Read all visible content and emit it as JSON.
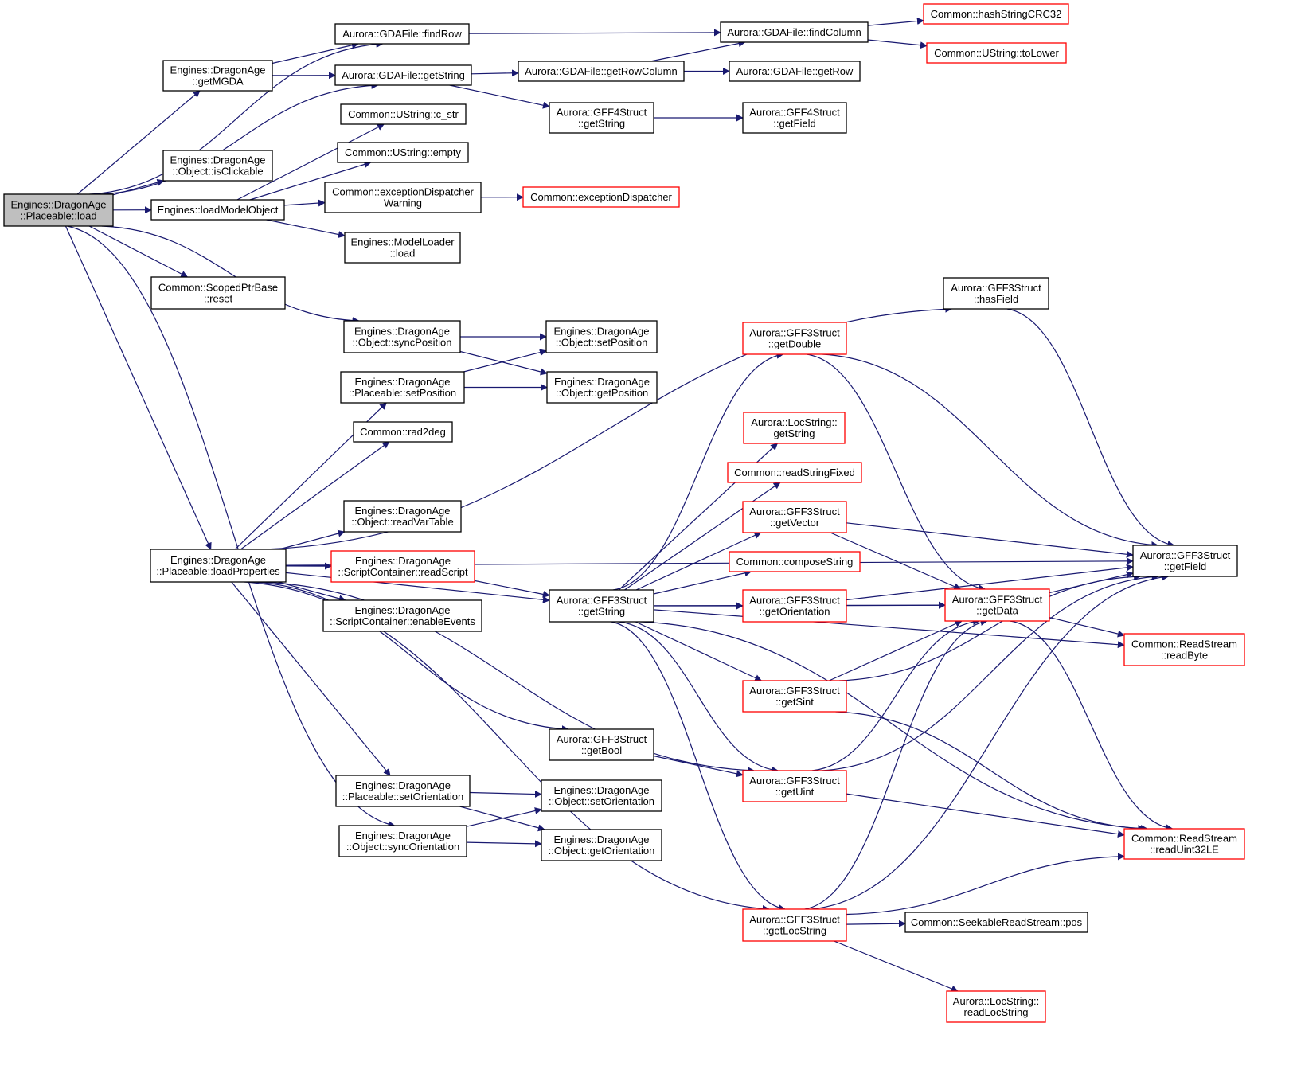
{
  "colors": {
    "edge": "#191970",
    "node_border": "#000000",
    "incomplete_border": "#ff0000",
    "root_fill": "#bfbfbf",
    "background": "#ffffff"
  },
  "nodes": [
    {
      "id": "placeable_load",
      "lines": [
        "Engines::DragonAge",
        "::Placeable::load"
      ],
      "style": "root"
    },
    {
      "id": "findrow",
      "lines": [
        "Aurora::GDAFile::findRow"
      ],
      "style": "normal"
    },
    {
      "id": "getmgda",
      "lines": [
        "Engines::DragonAge",
        "::getMGDA"
      ],
      "style": "normal"
    },
    {
      "id": "gda_getstring",
      "lines": [
        "Aurora::GDAFile::getString"
      ],
      "style": "normal"
    },
    {
      "id": "findcolumn",
      "lines": [
        "Aurora::GDAFile::findColumn"
      ],
      "style": "normal"
    },
    {
      "id": "hashstringcrc32",
      "lines": [
        "Common::hashStringCRC32"
      ],
      "style": "red"
    },
    {
      "id": "tolower",
      "lines": [
        "Common::UString::toLower"
      ],
      "style": "red"
    },
    {
      "id": "getrowcolumn",
      "lines": [
        "Aurora::GDAFile::getRowColumn"
      ],
      "style": "normal"
    },
    {
      "id": "getrow",
      "lines": [
        "Aurora::GDAFile::getRow"
      ],
      "style": "normal"
    },
    {
      "id": "gff4_getstring",
      "lines": [
        "Aurora::GFF4Struct",
        "::getString"
      ],
      "style": "normal"
    },
    {
      "id": "gff4_getfield",
      "lines": [
        "Aurora::GFF4Struct",
        "::getField"
      ],
      "style": "normal"
    },
    {
      "id": "c_str",
      "lines": [
        "Common::UString::c_str"
      ],
      "style": "normal"
    },
    {
      "id": "ustring_empty",
      "lines": [
        "Common::UString::empty"
      ],
      "style": "normal"
    },
    {
      "id": "isclickable",
      "lines": [
        "Engines::DragonAge",
        "::Object::isClickable"
      ],
      "style": "normal"
    },
    {
      "id": "loadmodelobject",
      "lines": [
        "Engines::loadModelObject"
      ],
      "style": "normal"
    },
    {
      "id": "exdispwarning",
      "lines": [
        "Common::exceptionDispatcher",
        "Warning"
      ],
      "style": "normal"
    },
    {
      "id": "exdisp",
      "lines": [
        "Common::exceptionDispatcher"
      ],
      "style": "red"
    },
    {
      "id": "modelloader_load",
      "lines": [
        "Engines::ModelLoader",
        "::load"
      ],
      "style": "normal"
    },
    {
      "id": "scopedptr_reset",
      "lines": [
        "Common::ScopedPtrBase",
        "::reset"
      ],
      "style": "normal"
    },
    {
      "id": "gff3_hasfield",
      "lines": [
        "Aurora::GFF3Struct",
        "::hasField"
      ],
      "style": "normal"
    },
    {
      "id": "syncposition",
      "lines": [
        "Engines::DragonAge",
        "::Object::syncPosition"
      ],
      "style": "normal"
    },
    {
      "id": "obj_setposition",
      "lines": [
        "Engines::DragonAge",
        "::Object::setPosition"
      ],
      "style": "normal"
    },
    {
      "id": "getdouble",
      "lines": [
        "Aurora::GFF3Struct",
        "::getDouble"
      ],
      "style": "red"
    },
    {
      "id": "plc_setposition",
      "lines": [
        "Engines::DragonAge",
        "::Placeable::setPosition"
      ],
      "style": "normal"
    },
    {
      "id": "obj_getposition",
      "lines": [
        "Engines::DragonAge",
        "::Object::getPosition"
      ],
      "style": "normal"
    },
    {
      "id": "locstring_getstring",
      "lines": [
        "Aurora::LocString::",
        "getString"
      ],
      "style": "red"
    },
    {
      "id": "rad2deg",
      "lines": [
        "Common::rad2deg"
      ],
      "style": "normal"
    },
    {
      "id": "readstringfixed",
      "lines": [
        "Common::readStringFixed"
      ],
      "style": "red"
    },
    {
      "id": "readvartable",
      "lines": [
        "Engines::DragonAge",
        "::Object::readVarTable"
      ],
      "style": "normal"
    },
    {
      "id": "getvector",
      "lines": [
        "Aurora::GFF3Struct",
        "::getVector"
      ],
      "style": "red"
    },
    {
      "id": "gff3_getfield",
      "lines": [
        "Aurora::GFF3Struct",
        "::getField"
      ],
      "style": "normal"
    },
    {
      "id": "loadproperties",
      "lines": [
        "Engines::DragonAge",
        "::Placeable::loadProperties"
      ],
      "style": "normal"
    },
    {
      "id": "readscript",
      "lines": [
        "Engines::DragonAge",
        "::ScriptContainer::readScript"
      ],
      "style": "red"
    },
    {
      "id": "composestring",
      "lines": [
        "Common::composeString"
      ],
      "style": "red"
    },
    {
      "id": "gff3_getstring",
      "lines": [
        "Aurora::GFF3Struct",
        "::getString"
      ],
      "style": "normal"
    },
    {
      "id": "getorientation_gff",
      "lines": [
        "Aurora::GFF3Struct",
        "::getOrientation"
      ],
      "style": "red"
    },
    {
      "id": "getdata",
      "lines": [
        "Aurora::GFF3Struct",
        "::getData"
      ],
      "style": "red"
    },
    {
      "id": "enableevents",
      "lines": [
        "Engines::DragonAge",
        "::ScriptContainer::enableEvents"
      ],
      "style": "normal"
    },
    {
      "id": "readbyte",
      "lines": [
        "Common::ReadStream",
        "::readByte"
      ],
      "style": "red"
    },
    {
      "id": "getsint",
      "lines": [
        "Aurora::GFF3Struct",
        "::getSint"
      ],
      "style": "red"
    },
    {
      "id": "getbool",
      "lines": [
        "Aurora::GFF3Struct",
        "::getBool"
      ],
      "style": "normal"
    },
    {
      "id": "getuint",
      "lines": [
        "Aurora::GFF3Struct",
        "::getUint"
      ],
      "style": "red"
    },
    {
      "id": "plc_setorientation",
      "lines": [
        "Engines::DragonAge",
        "::Placeable::setOrientation"
      ],
      "style": "normal"
    },
    {
      "id": "obj_setorientation",
      "lines": [
        "Engines::DragonAge",
        "::Object::setOrientation"
      ],
      "style": "normal"
    },
    {
      "id": "syncorientation",
      "lines": [
        "Engines::DragonAge",
        "::Object::syncOrientation"
      ],
      "style": "normal"
    },
    {
      "id": "obj_getorientation",
      "lines": [
        "Engines::DragonAge",
        "::Object::getOrientation"
      ],
      "style": "normal"
    },
    {
      "id": "readuint32le",
      "lines": [
        "Common::ReadStream",
        "::readUint32LE"
      ],
      "style": "red"
    },
    {
      "id": "getlocstring",
      "lines": [
        "Aurora::GFF3Struct",
        "::getLocString"
      ],
      "style": "red"
    },
    {
      "id": "seekable_pos",
      "lines": [
        "Common::SeekableReadStream::pos"
      ],
      "style": "normal"
    },
    {
      "id": "readlocstring",
      "lines": [
        "Aurora::LocString::",
        "readLocString"
      ],
      "style": "red"
    }
  ],
  "edges": [
    [
      "placeable_load",
      "findrow"
    ],
    [
      "placeable_load",
      "getmgda"
    ],
    [
      "placeable_load",
      "gda_getstring"
    ],
    [
      "placeable_load",
      "isclickable"
    ],
    [
      "placeable_load",
      "loadmodelobject"
    ],
    [
      "placeable_load",
      "scopedptr_reset"
    ],
    [
      "placeable_load",
      "syncposition"
    ],
    [
      "placeable_load",
      "loadproperties"
    ],
    [
      "placeable_load",
      "syncorientation"
    ],
    [
      "getmgda",
      "findrow"
    ],
    [
      "getmgda",
      "gda_getstring"
    ],
    [
      "findrow",
      "findcolumn"
    ],
    [
      "gda_getstring",
      "getrowcolumn"
    ],
    [
      "gda_getstring",
      "gff4_getstring"
    ],
    [
      "getrowcolumn",
      "findcolumn"
    ],
    [
      "getrowcolumn",
      "getrow"
    ],
    [
      "findcolumn",
      "hashstringcrc32"
    ],
    [
      "findcolumn",
      "tolower"
    ],
    [
      "gff4_getstring",
      "gff4_getfield"
    ],
    [
      "loadmodelobject",
      "c_str"
    ],
    [
      "loadmodelobject",
      "ustring_empty"
    ],
    [
      "loadmodelobject",
      "exdispwarning"
    ],
    [
      "loadmodelobject",
      "modelloader_load"
    ],
    [
      "exdispwarning",
      "exdisp"
    ],
    [
      "syncposition",
      "obj_setposition"
    ],
    [
      "syncposition",
      "obj_getposition"
    ],
    [
      "plc_setposition",
      "obj_setposition"
    ],
    [
      "plc_setposition",
      "obj_getposition"
    ],
    [
      "loadproperties",
      "gff3_hasfield"
    ],
    [
      "loadproperties",
      "plc_setposition"
    ],
    [
      "loadproperties",
      "rad2deg"
    ],
    [
      "loadproperties",
      "readvartable"
    ],
    [
      "loadproperties",
      "readscript"
    ],
    [
      "loadproperties",
      "enableevents"
    ],
    [
      "loadproperties",
      "gff3_getstring"
    ],
    [
      "loadproperties",
      "gff3_getfield"
    ],
    [
      "loadproperties",
      "getbool"
    ],
    [
      "loadproperties",
      "getuint"
    ],
    [
      "loadproperties",
      "plc_setorientation"
    ],
    [
      "loadproperties",
      "getlocstring"
    ],
    [
      "readscript",
      "gff3_getstring"
    ],
    [
      "gff3_getstring",
      "getdouble"
    ],
    [
      "gff3_getstring",
      "locstring_getstring"
    ],
    [
      "gff3_getstring",
      "readstringfixed"
    ],
    [
      "gff3_getstring",
      "getvector"
    ],
    [
      "gff3_getstring",
      "composestring"
    ],
    [
      "gff3_getstring",
      "getorientation_gff"
    ],
    [
      "gff3_getstring",
      "getdata"
    ],
    [
      "gff3_getstring",
      "getsint"
    ],
    [
      "gff3_getstring",
      "getuint"
    ],
    [
      "gff3_getstring",
      "getlocstring"
    ],
    [
      "gff3_getstring",
      "readbyte"
    ],
    [
      "gff3_getstring",
      "readuint32le"
    ],
    [
      "gff3_hasfield",
      "gff3_getfield"
    ],
    [
      "getdouble",
      "gff3_getfield"
    ],
    [
      "getdouble",
      "getdata"
    ],
    [
      "getvector",
      "gff3_getfield"
    ],
    [
      "getvector",
      "getdata"
    ],
    [
      "getorientation_gff",
      "gff3_getfield"
    ],
    [
      "getorientation_gff",
      "getdata"
    ],
    [
      "getdata",
      "gff3_getfield"
    ],
    [
      "getdata",
      "readbyte"
    ],
    [
      "getdata",
      "readuint32le"
    ],
    [
      "getsint",
      "gff3_getfield"
    ],
    [
      "getsint",
      "getdata"
    ],
    [
      "getsint",
      "readuint32le"
    ],
    [
      "getbool",
      "getuint"
    ],
    [
      "getuint",
      "gff3_getfield"
    ],
    [
      "getuint",
      "getdata"
    ],
    [
      "getuint",
      "readuint32le"
    ],
    [
      "getlocstring",
      "gff3_getfield"
    ],
    [
      "getlocstring",
      "getdata"
    ],
    [
      "getlocstring",
      "seekable_pos"
    ],
    [
      "getlocstring",
      "readuint32le"
    ],
    [
      "getlocstring",
      "readlocstring"
    ],
    [
      "plc_setorientation",
      "obj_setorientation"
    ],
    [
      "plc_setorientation",
      "obj_getorientation"
    ],
    [
      "syncorientation",
      "obj_setorientation"
    ],
    [
      "syncorientation",
      "obj_getorientation"
    ]
  ]
}
